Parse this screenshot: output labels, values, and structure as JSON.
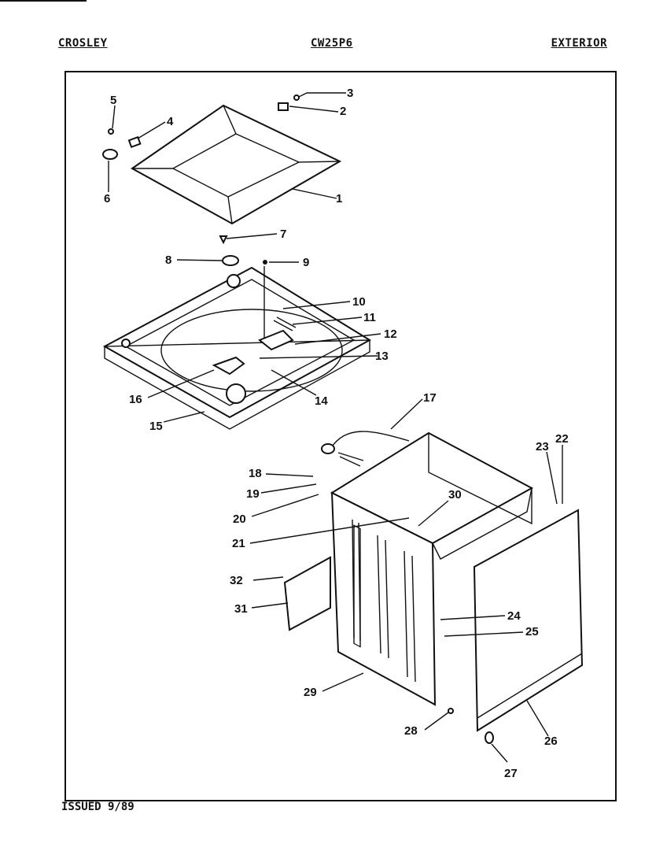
{
  "header": {
    "brand": "CROSLEY",
    "model": "CW25P6",
    "section": "EXTERIOR"
  },
  "footer": {
    "issued": "ISSUED 9/89"
  },
  "callouts": [
    "1",
    "2",
    "3",
    "4",
    "5",
    "6",
    "7",
    "8",
    "9",
    "10",
    "11",
    "12",
    "13",
    "14",
    "15",
    "16",
    "17",
    "18",
    "19",
    "20",
    "21",
    "22",
    "23",
    "24",
    "25",
    "26",
    "27",
    "28",
    "29",
    "30",
    "31",
    "32"
  ]
}
